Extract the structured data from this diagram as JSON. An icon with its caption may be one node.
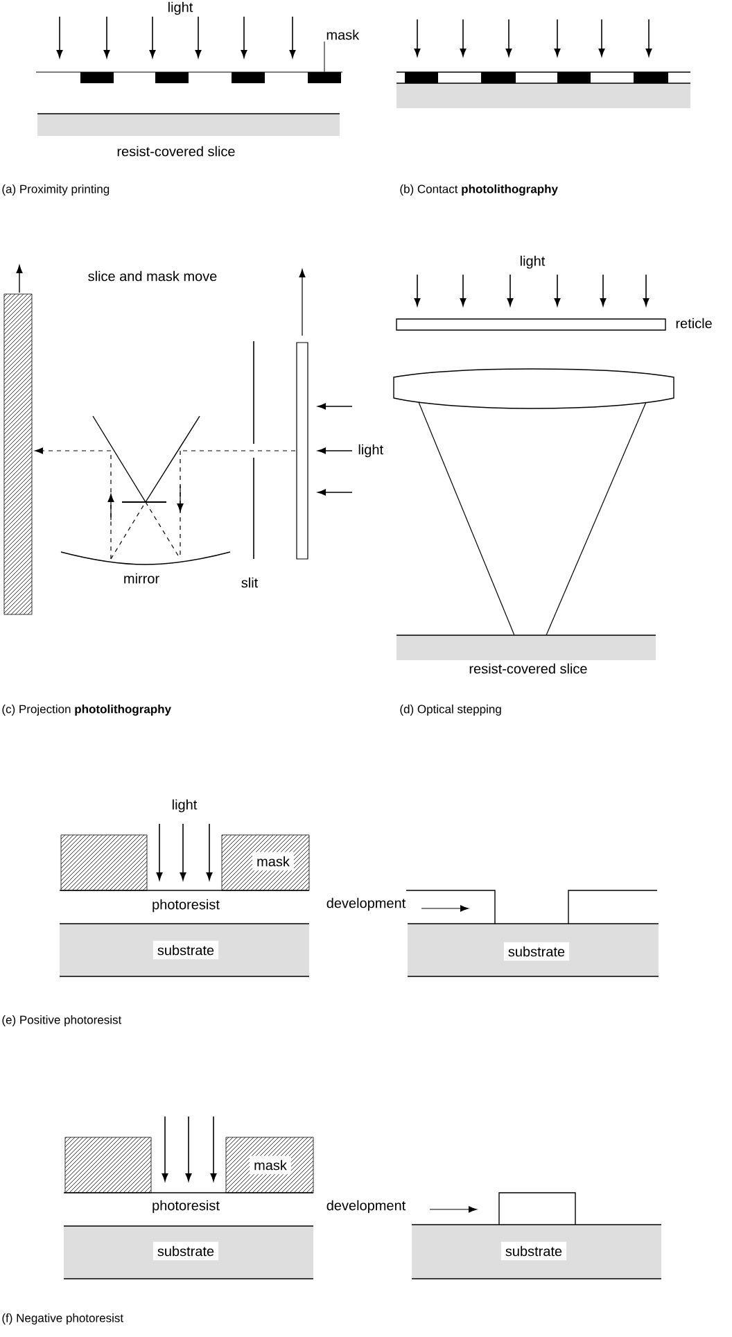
{
  "diagram": {
    "nodes": [
      {
        "text": [
          "mask"
        ]
      },
      {
        "text": [],
        "shape": "bar"
      }
    ],
    "edges": [
      {
        "from": 0,
        "to": 1,
        "arrow": "none"
      }
    ],
    "labels": [
      "light",
      "resist-covered slice",
      "(a) Proximity printing",
      "(b) Contact **photolithography**",
      "slice and mask move",
      "light",
      "reticle",
      "light",
      "mirror",
      "slit",
      "resist-covered slice",
      "(c) Projection **photolithography**",
      "(d) Optical stepping",
      "light",
      "mask",
      "photoresist",
      "development",
      "substrate",
      "substrate",
      "(e) Positive photoresist",
      "mask",
      "photoresist",
      "development",
      "substrate",
      "substrate",
      "(f) Negative photoresist"
    ]
  }
}
